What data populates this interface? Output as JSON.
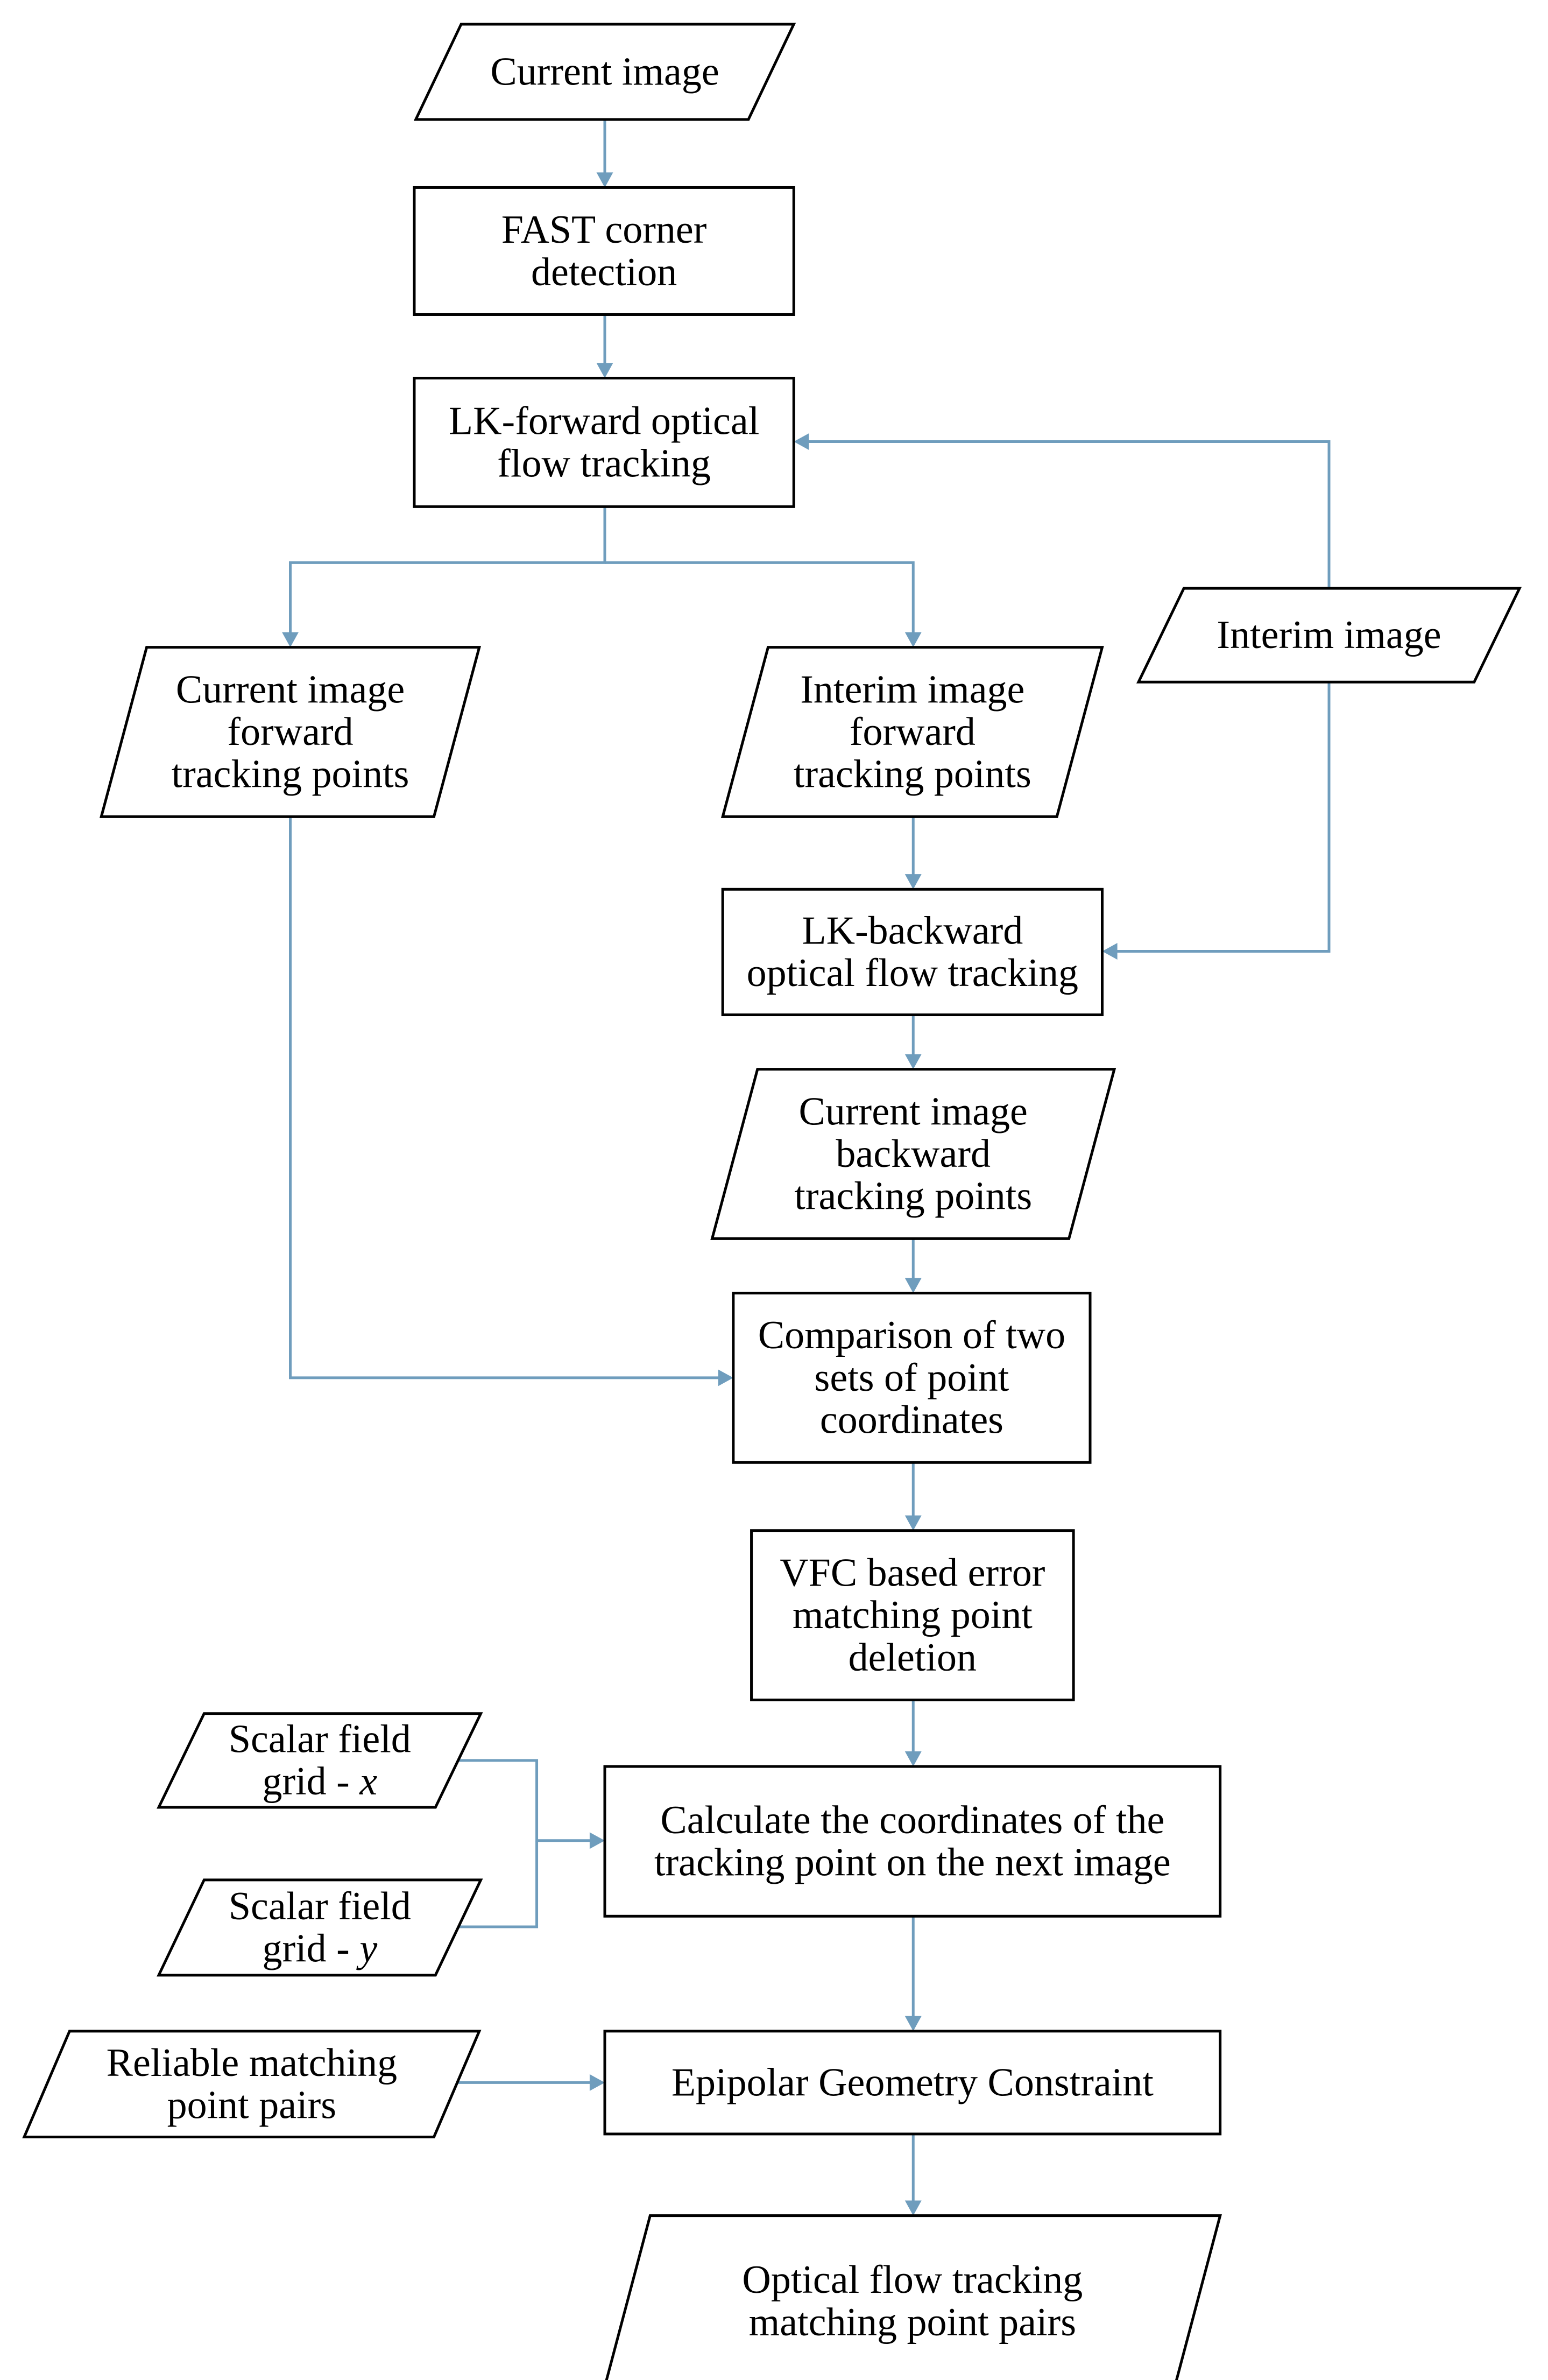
{
  "nodes": {
    "current_image": {
      "shape": "data",
      "lines": [
        "Current image"
      ]
    },
    "fast_corner": {
      "shape": "process",
      "lines": [
        "FAST corner",
        "detection"
      ]
    },
    "lk_forward": {
      "shape": "process",
      "lines": [
        "LK-forward optical",
        "flow tracking"
      ]
    },
    "interim_image": {
      "shape": "data",
      "lines": [
        "Interim image"
      ]
    },
    "current_forward_points": {
      "shape": "data",
      "lines": [
        "Current image",
        "forward",
        "tracking points"
      ]
    },
    "interim_forward_points": {
      "shape": "data",
      "lines": [
        "Interim image",
        "forward",
        "tracking points"
      ]
    },
    "lk_backward": {
      "shape": "process",
      "lines": [
        "LK-backward",
        "optical flow tracking"
      ]
    },
    "current_backward_points": {
      "shape": "data",
      "lines": [
        "Current image",
        "backward",
        "tracking points"
      ]
    },
    "comparison": {
      "shape": "process",
      "lines": [
        "Comparison of two",
        "sets of point",
        "coordinates"
      ]
    },
    "vfc_deletion": {
      "shape": "process",
      "lines": [
        "VFC based error",
        "matching point",
        "deletion"
      ]
    },
    "scalar_field_x": {
      "shape": "data",
      "lines": [
        "Scalar field",
        "grid - |x"
      ]
    },
    "scalar_field_y": {
      "shape": "data",
      "lines": [
        "Scalar field",
        "grid - |y"
      ]
    },
    "calculate_coordinates": {
      "shape": "process",
      "lines": [
        "Calculate the coordinates of the",
        "tracking point on the next image"
      ]
    },
    "reliable_pairs": {
      "shape": "data",
      "lines": [
        "Reliable matching",
        "point pairs"
      ]
    },
    "epipolar": {
      "shape": "process",
      "lines": [
        "Epipolar Geometry Constraint"
      ]
    },
    "optical_flow_pairs": {
      "shape": "data",
      "lines": [
        "Optical flow tracking",
        "matching point pairs"
      ]
    }
  },
  "edges": [
    {
      "from": "current_image",
      "to": "fast_corner"
    },
    {
      "from": "fast_corner",
      "to": "lk_forward"
    },
    {
      "from": "lk_forward",
      "to": "current_forward_points"
    },
    {
      "from": "lk_forward",
      "to": "interim_forward_points"
    },
    {
      "from": "interim_image",
      "to": "lk_forward"
    },
    {
      "from": "interim_image",
      "to": "lk_backward"
    },
    {
      "from": "interim_forward_points",
      "to": "lk_backward"
    },
    {
      "from": "lk_backward",
      "to": "current_backward_points"
    },
    {
      "from": "current_backward_points",
      "to": "comparison"
    },
    {
      "from": "current_forward_points",
      "to": "comparison"
    },
    {
      "from": "comparison",
      "to": "vfc_deletion"
    },
    {
      "from": "vfc_deletion",
      "to": "calculate_coordinates"
    },
    {
      "from": "scalar_field_x",
      "to": "calculate_coordinates"
    },
    {
      "from": "scalar_field_y",
      "to": "calculate_coordinates"
    },
    {
      "from": "calculate_coordinates",
      "to": "epipolar"
    },
    {
      "from": "reliable_pairs",
      "to": "epipolar"
    },
    {
      "from": "epipolar",
      "to": "optical_flow_pairs"
    }
  ],
  "colors": {
    "connector": "#6f9dbd",
    "outline": "#000000",
    "text": "#000000"
  }
}
